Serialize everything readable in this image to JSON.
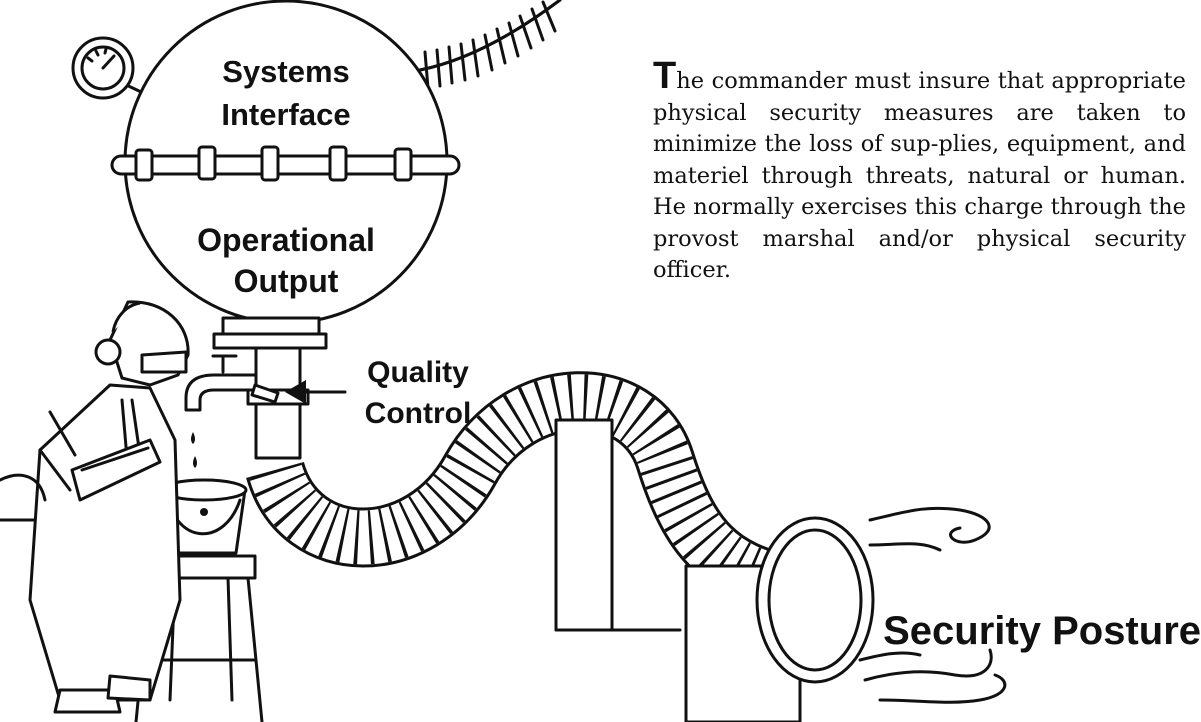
{
  "diagram": {
    "labels": {
      "systems_interface_line1": "Systems",
      "systems_interface_line2": "Interface",
      "operational_output_line1": "Operational",
      "operational_output_line2": "Output",
      "quality_control_line1": "Quality",
      "quality_control_line2": "Control",
      "security_posture": "Security Posture"
    }
  },
  "text_block": {
    "drop_cap": "T",
    "paragraph": "he commander must insure that appropriate physical security measures are taken to minimize the loss of sup-plies, equipment, and materiel through threats, natural or human.  He normally exercises this charge through the provost marshal and/or physical security officer."
  },
  "colors": {
    "ink": "#111111",
    "paper": "#ffffff"
  }
}
